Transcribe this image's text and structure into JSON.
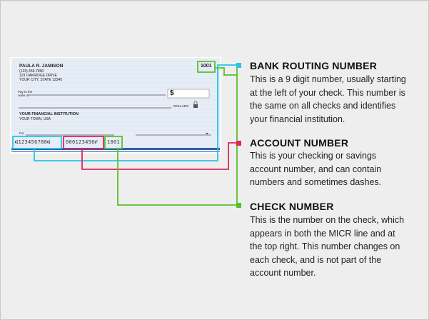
{
  "check": {
    "holder_name": "PAULA R. JAMISON",
    "holder_phone": "(123) 456-7890",
    "holder_street": "123 OAKRIDGE DRIVE",
    "holder_city": "YOUR CITY, STATE 12345",
    "check_number": "1001",
    "pay_to_label": "Pay to the",
    "order_of_label": "order of",
    "dollar_sign": "$",
    "dollars_label": "DOLLARS",
    "bank_name": "YOUR FINANCIAL INSTITUTION",
    "bank_city": "YOUR TOWN, USA",
    "memo_label": "For",
    "micr_routing": "⑆123456780⑆",
    "micr_account": "000123456⑈",
    "micr_check": "1001"
  },
  "labels": [
    {
      "title": "BANK ROUTING NUMBER",
      "lines": [
        "This is a 9 digit number, usually starting",
        "at the left of your check. This number is",
        "the same on all checks and identifies",
        "your financial institution."
      ],
      "color": "#29c4e6"
    },
    {
      "title": "ACCOUNT NUMBER",
      "lines": [
        "This is your checking or savings",
        "account number, and can contain",
        "numbers and sometimes dashes."
      ],
      "color": "#e0245e"
    },
    {
      "title": "CHECK NUMBER",
      "lines": [
        "This is the number on the check, which",
        "appears in both the MICR line and at",
        "the top right. This number changes on",
        "each check, and is not part of the",
        "account number."
      ],
      "color": "#5cbf2a"
    }
  ],
  "colors": {
    "background": "#eeeeee",
    "check_paper": "#e8eef7",
    "check_border": "#2f5fa8",
    "routing": "#29c4e6",
    "account": "#e0245e",
    "check_number": "#5cbf2a"
  }
}
